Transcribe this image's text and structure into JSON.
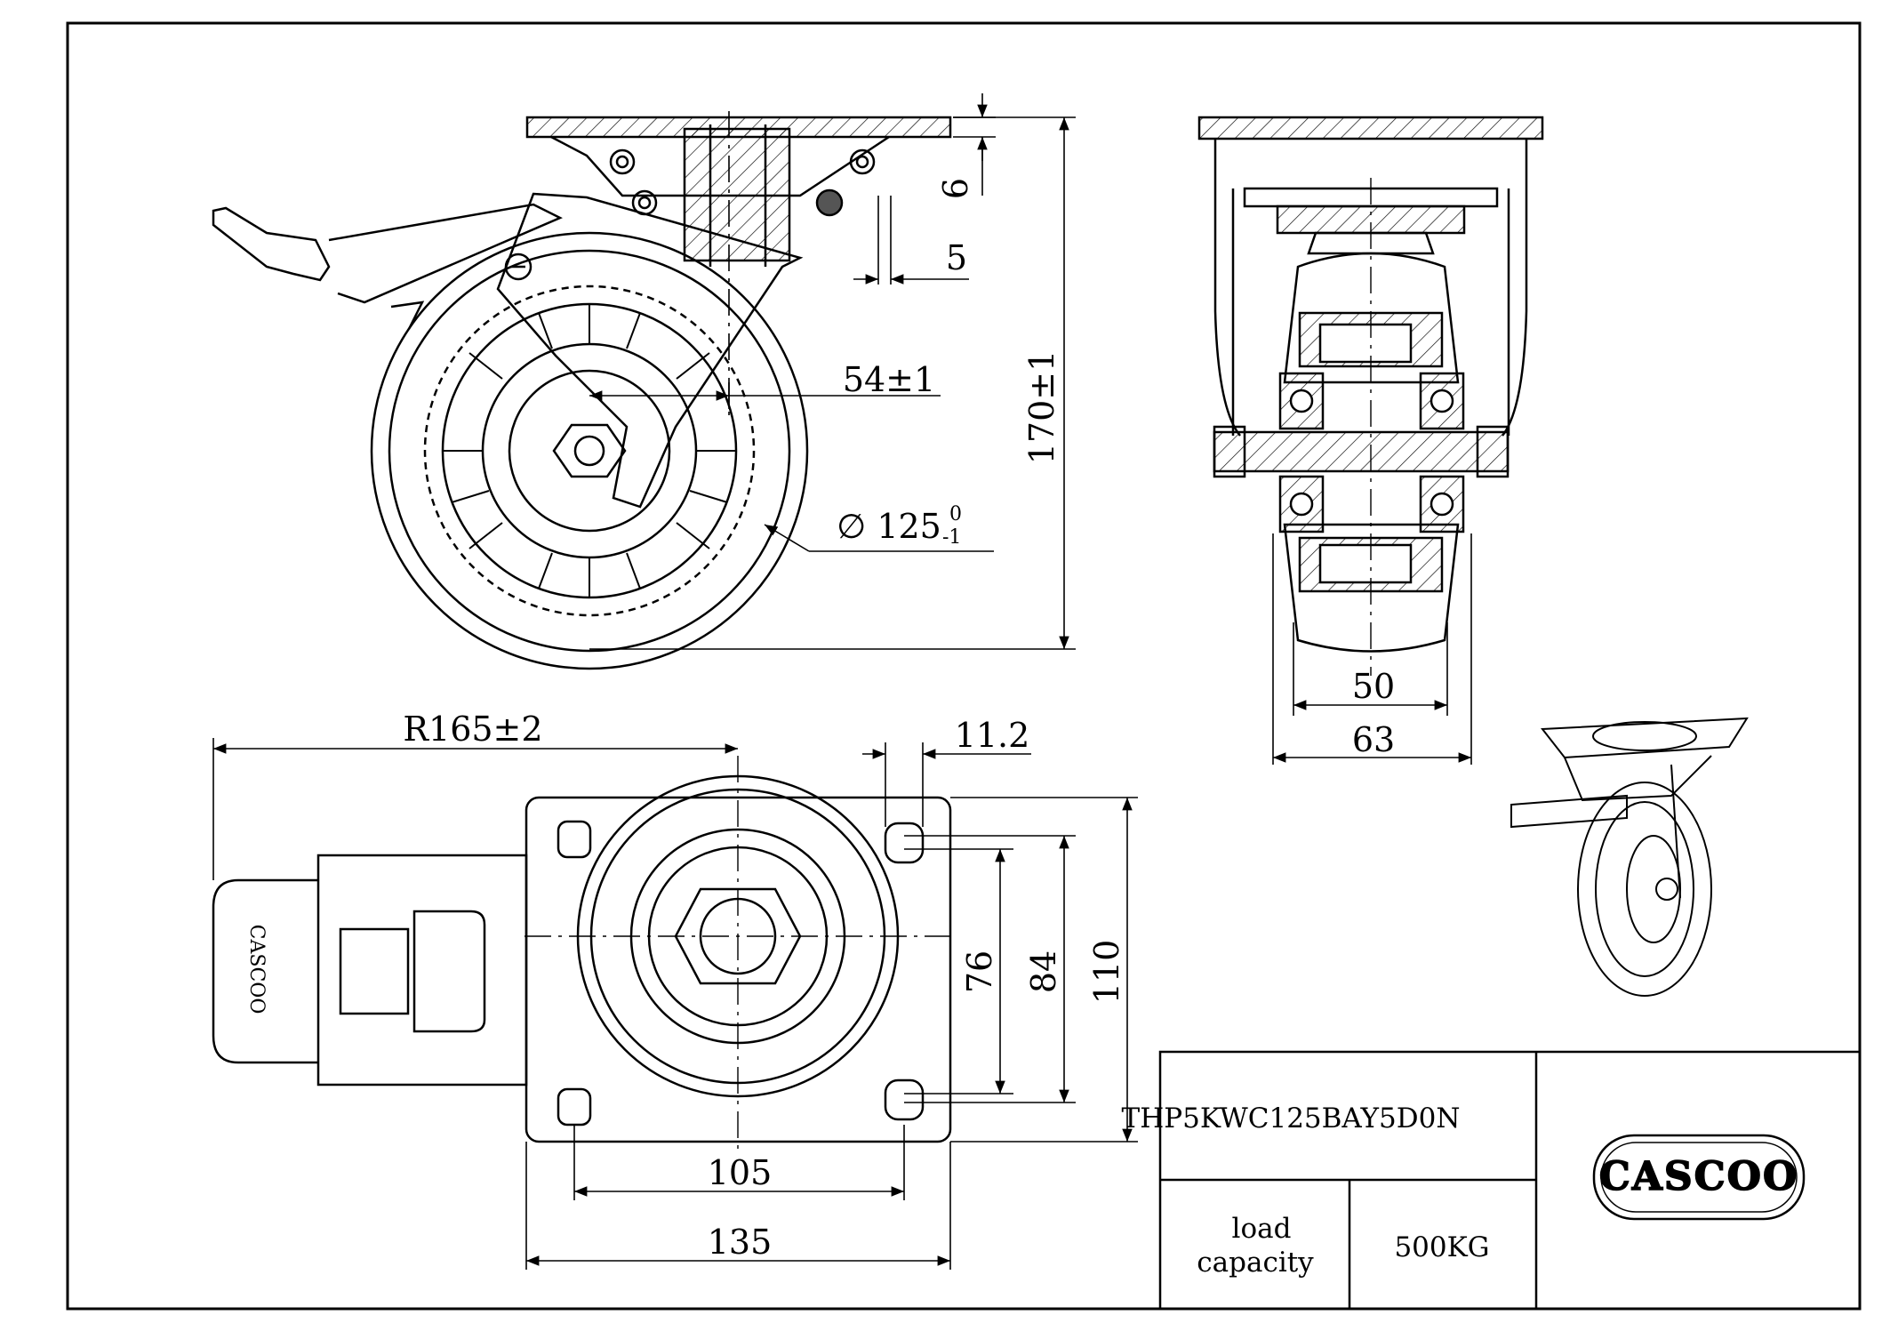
{
  "dimensions": {
    "top_height": "6",
    "offset": "5",
    "swivel_offset": "54±1",
    "total_height": "170±1",
    "wheel_diameter": "∅ 125",
    "wheel_diameter_upper_tol": "0",
    "wheel_diameter_lower_tol": "-1",
    "wheel_width": "50",
    "bracket_width": "63",
    "swing_radius": "R165±2",
    "slot_width": "11.2",
    "hole_spacing_inner": "76",
    "hole_spacing_outer": "84",
    "plate_width": "110",
    "hole_spacing_length": "105",
    "plate_length": "135"
  },
  "title_block": {
    "model": "THP5KWC125BAY5D0N",
    "load_label": "load capacity",
    "load_label_line1": "load",
    "load_label_line2": "capacity",
    "load_value": "500KG",
    "brand": "CASCOO"
  },
  "plate_brand": "CASCOO"
}
